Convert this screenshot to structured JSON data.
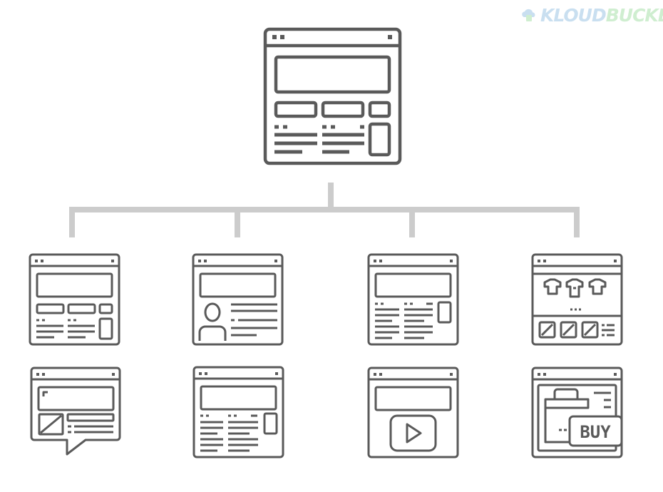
{
  "logo": {
    "part1": "KLOUD",
    "part2": "BUCKET"
  },
  "colors": {
    "stroke": "#5a5a5a",
    "connector": "#cccccc",
    "logo_blue": "#c9dff0",
    "logo_green": "#cfeed0"
  },
  "pages": {
    "root": {
      "icon": "homepage-layout-icon"
    },
    "children": [
      {
        "icon": "landing-page-layout-icon"
      },
      {
        "icon": "profile-page-layout-icon"
      },
      {
        "icon": "article-layout-icon"
      },
      {
        "icon": "shop-catalog-layout-icon"
      },
      {
        "icon": "comment-page-layout-icon"
      },
      {
        "icon": "blog-post-layout-icon"
      },
      {
        "icon": "video-page-layout-icon"
      },
      {
        "icon": "buy-page-layout-icon"
      }
    ],
    "buy_label": "BUY"
  }
}
